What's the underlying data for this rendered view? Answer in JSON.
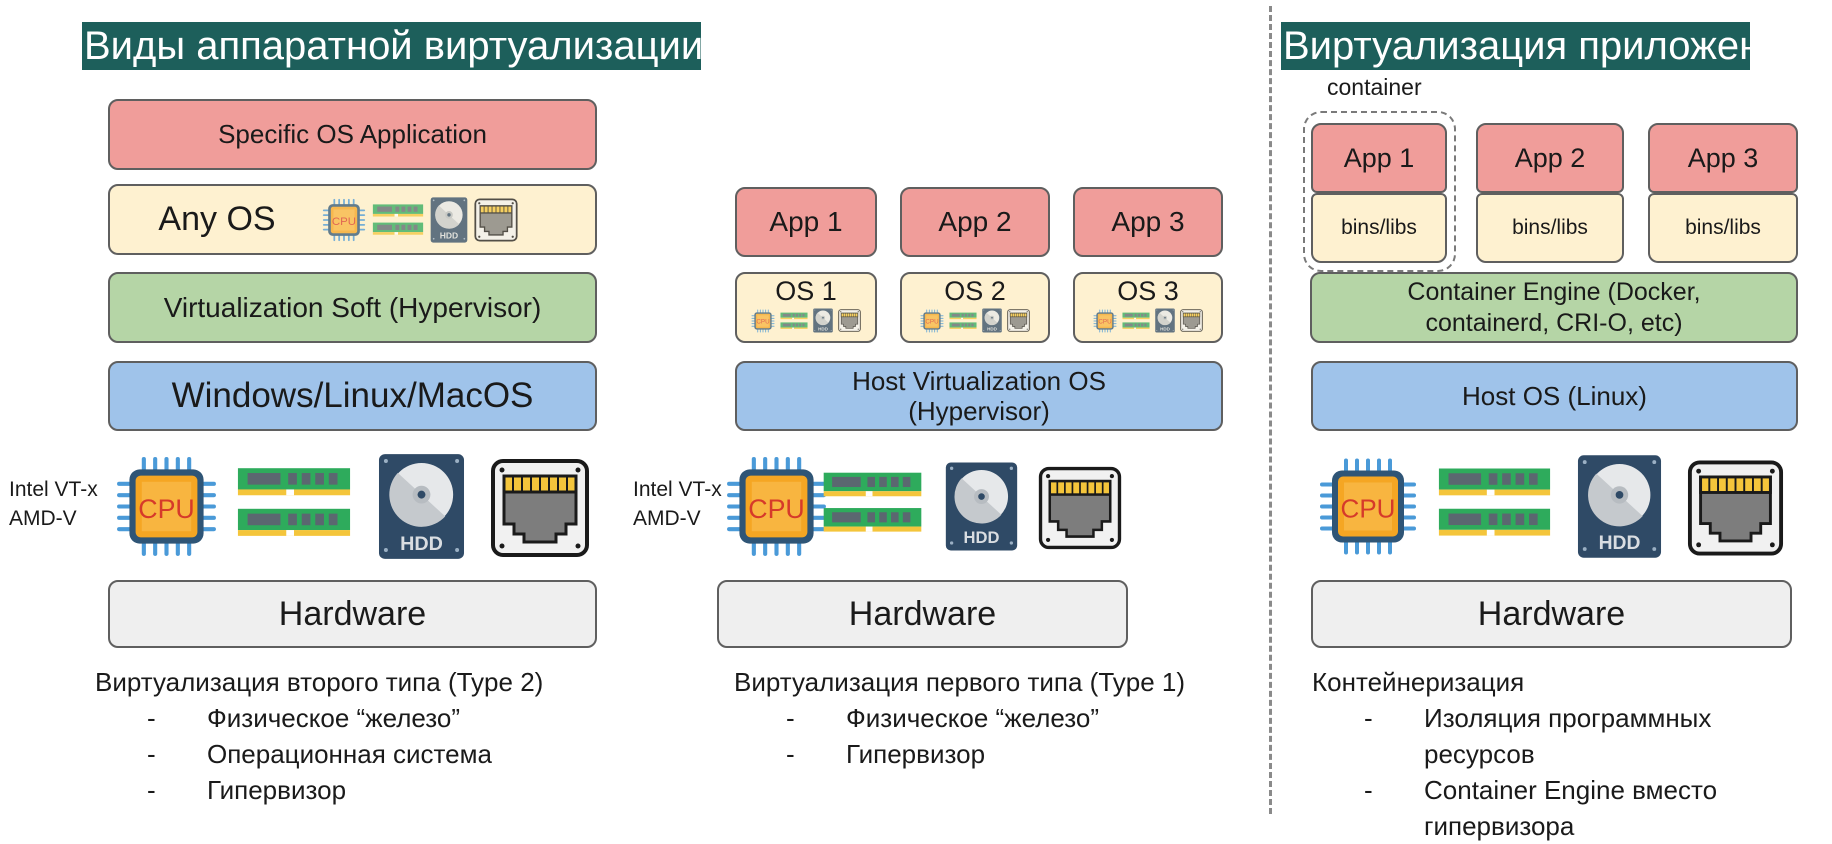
{
  "titles": {
    "hardware_virtualization": "Виды аппаратной виртуализации",
    "app_virtualization": "Виртуализация приложений"
  },
  "colors": {
    "title_bg": "#1d5f5b",
    "app_red": "#f09d9a",
    "os_cream": "#fef1d0",
    "hypervisor_green": "#b5d5a6",
    "host_blue": "#9fc3ea",
    "hardware_gray": "#efefef"
  },
  "type2": {
    "app": "Specific OS Application",
    "guest_os": "Any OS",
    "hypervisor": "Virtualization Soft (Hypervisor)",
    "host_os": "Windows/Linux/MacOS",
    "cpu_ext": [
      "Intel VT-x",
      "AMD-V"
    ],
    "hardware": "Hardware",
    "caption": "Виртуализация второго типа (Type 2)",
    "bullets": [
      "Физическое “железо”",
      "Операционная система",
      "Гипервизор"
    ]
  },
  "type1": {
    "apps": [
      "App 1",
      "App 2",
      "App 3"
    ],
    "guest_oses": [
      "OS 1",
      "OS 2",
      "OS 3"
    ],
    "host_line1": "Host Virtualization OS",
    "host_line2": "(Hypervisor)",
    "cpu_ext": [
      "Intel VT-x",
      "AMD-V"
    ],
    "hardware": "Hardware",
    "caption": "Виртуализация первого типа (Type 1)",
    "bullets": [
      "Физическое “железо”",
      "Гипервизор"
    ]
  },
  "containers": {
    "container_label": "container",
    "apps": [
      "App 1",
      "App 2",
      "App 3"
    ],
    "libs": [
      "bins/libs",
      "bins/libs",
      "bins/libs"
    ],
    "engine_line1": "Container Engine (Docker,",
    "engine_line2": "containerd, CRI-O, etc)",
    "host_os": "Host OS (Linux)",
    "hardware": "Hardware",
    "caption": "Контейнеризация",
    "bullets": [
      {
        "line1": "Изоляция программных",
        "line2": "ресурсов"
      },
      {
        "line1": "Container Engine вместо",
        "line2": "гипервизора"
      }
    ]
  },
  "bullet_marker": "-",
  "icons": {
    "cpu_label": "CPU",
    "hdd_label": "HDD"
  }
}
